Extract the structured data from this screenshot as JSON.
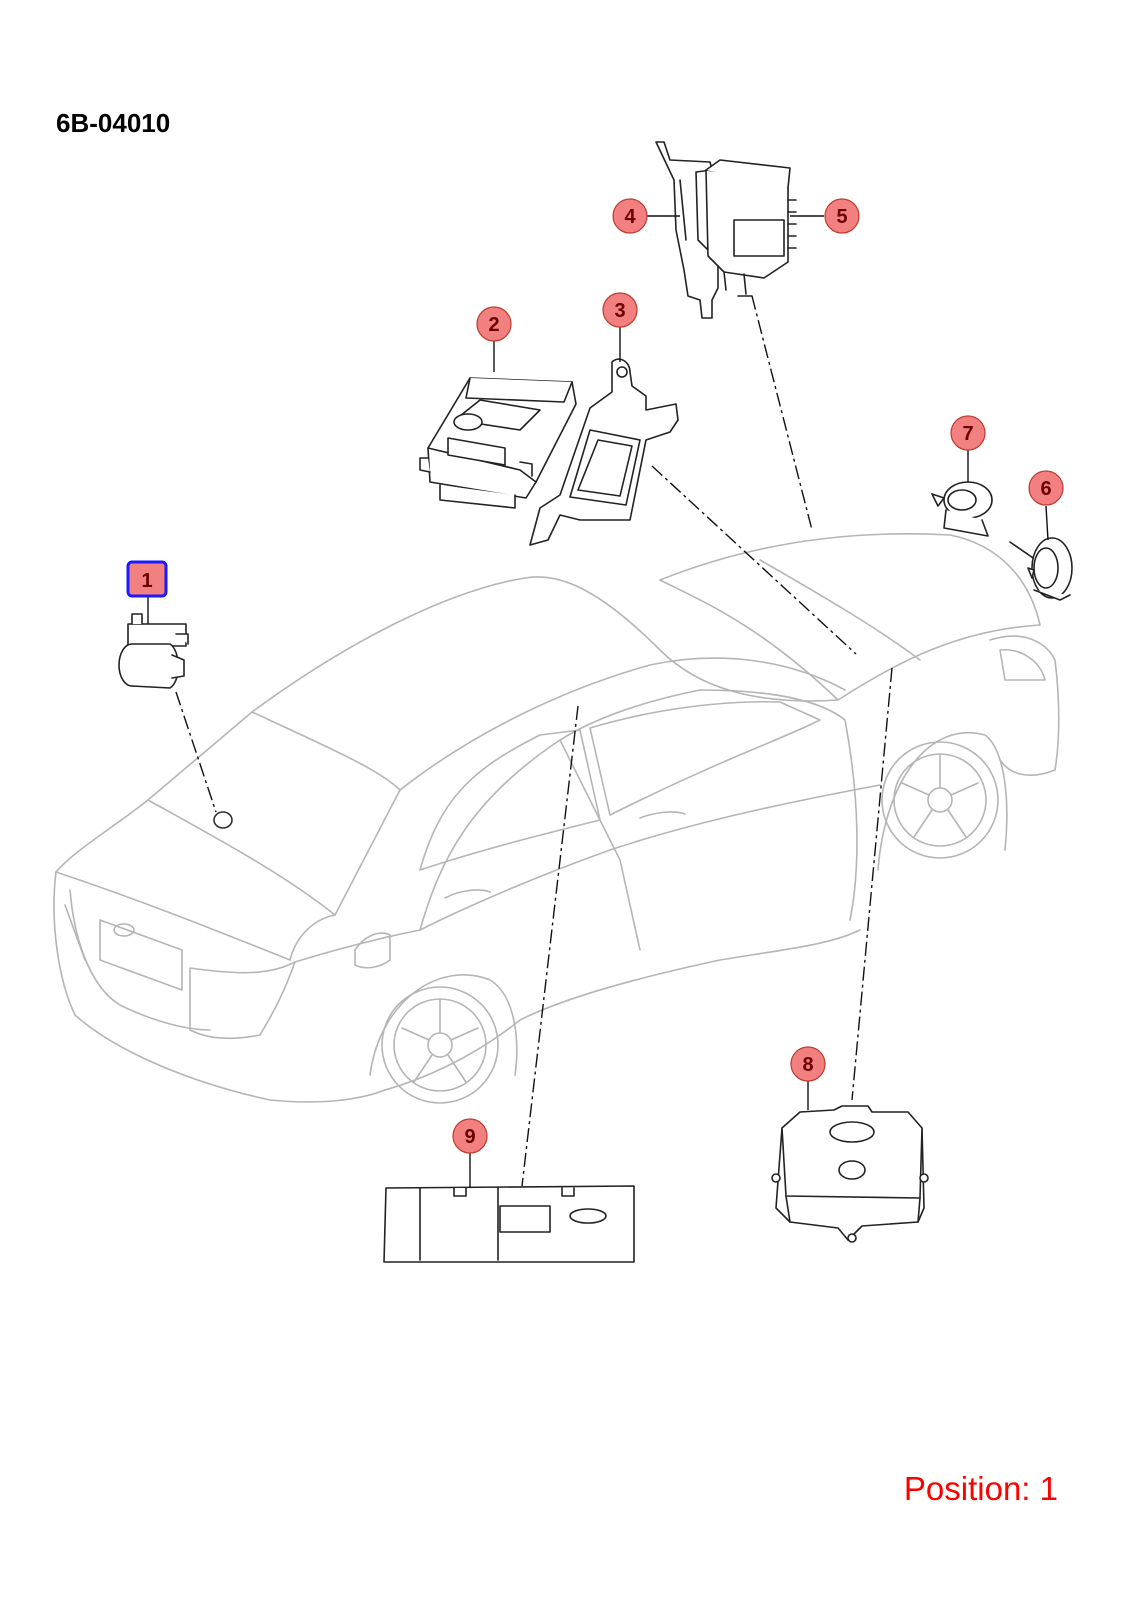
{
  "diagram_code": "6B-04010",
  "position_label": "Position: 1",
  "selected_callout": "1",
  "callouts": [
    {
      "label": "1"
    },
    {
      "label": "2"
    },
    {
      "label": "3"
    },
    {
      "label": "4"
    },
    {
      "label": "5"
    },
    {
      "label": "6"
    },
    {
      "label": "7"
    },
    {
      "label": "8"
    },
    {
      "label": "9"
    }
  ],
  "colors": {
    "callout_fill": "#f28080",
    "callout_stroke": "#c0392b",
    "callout_text": "#6a0000",
    "selected_stroke": "#1a1aff",
    "position_text": "#ff0000",
    "car_line": "#b5b5b5",
    "part_line": "#222222"
  },
  "icons": [
    "sedan-car-outline",
    "camera-part",
    "ecu-module",
    "mounting-bracket",
    "control-unit",
    "horn",
    "lamp-control-module",
    "controller-box",
    "byd-logo"
  ]
}
